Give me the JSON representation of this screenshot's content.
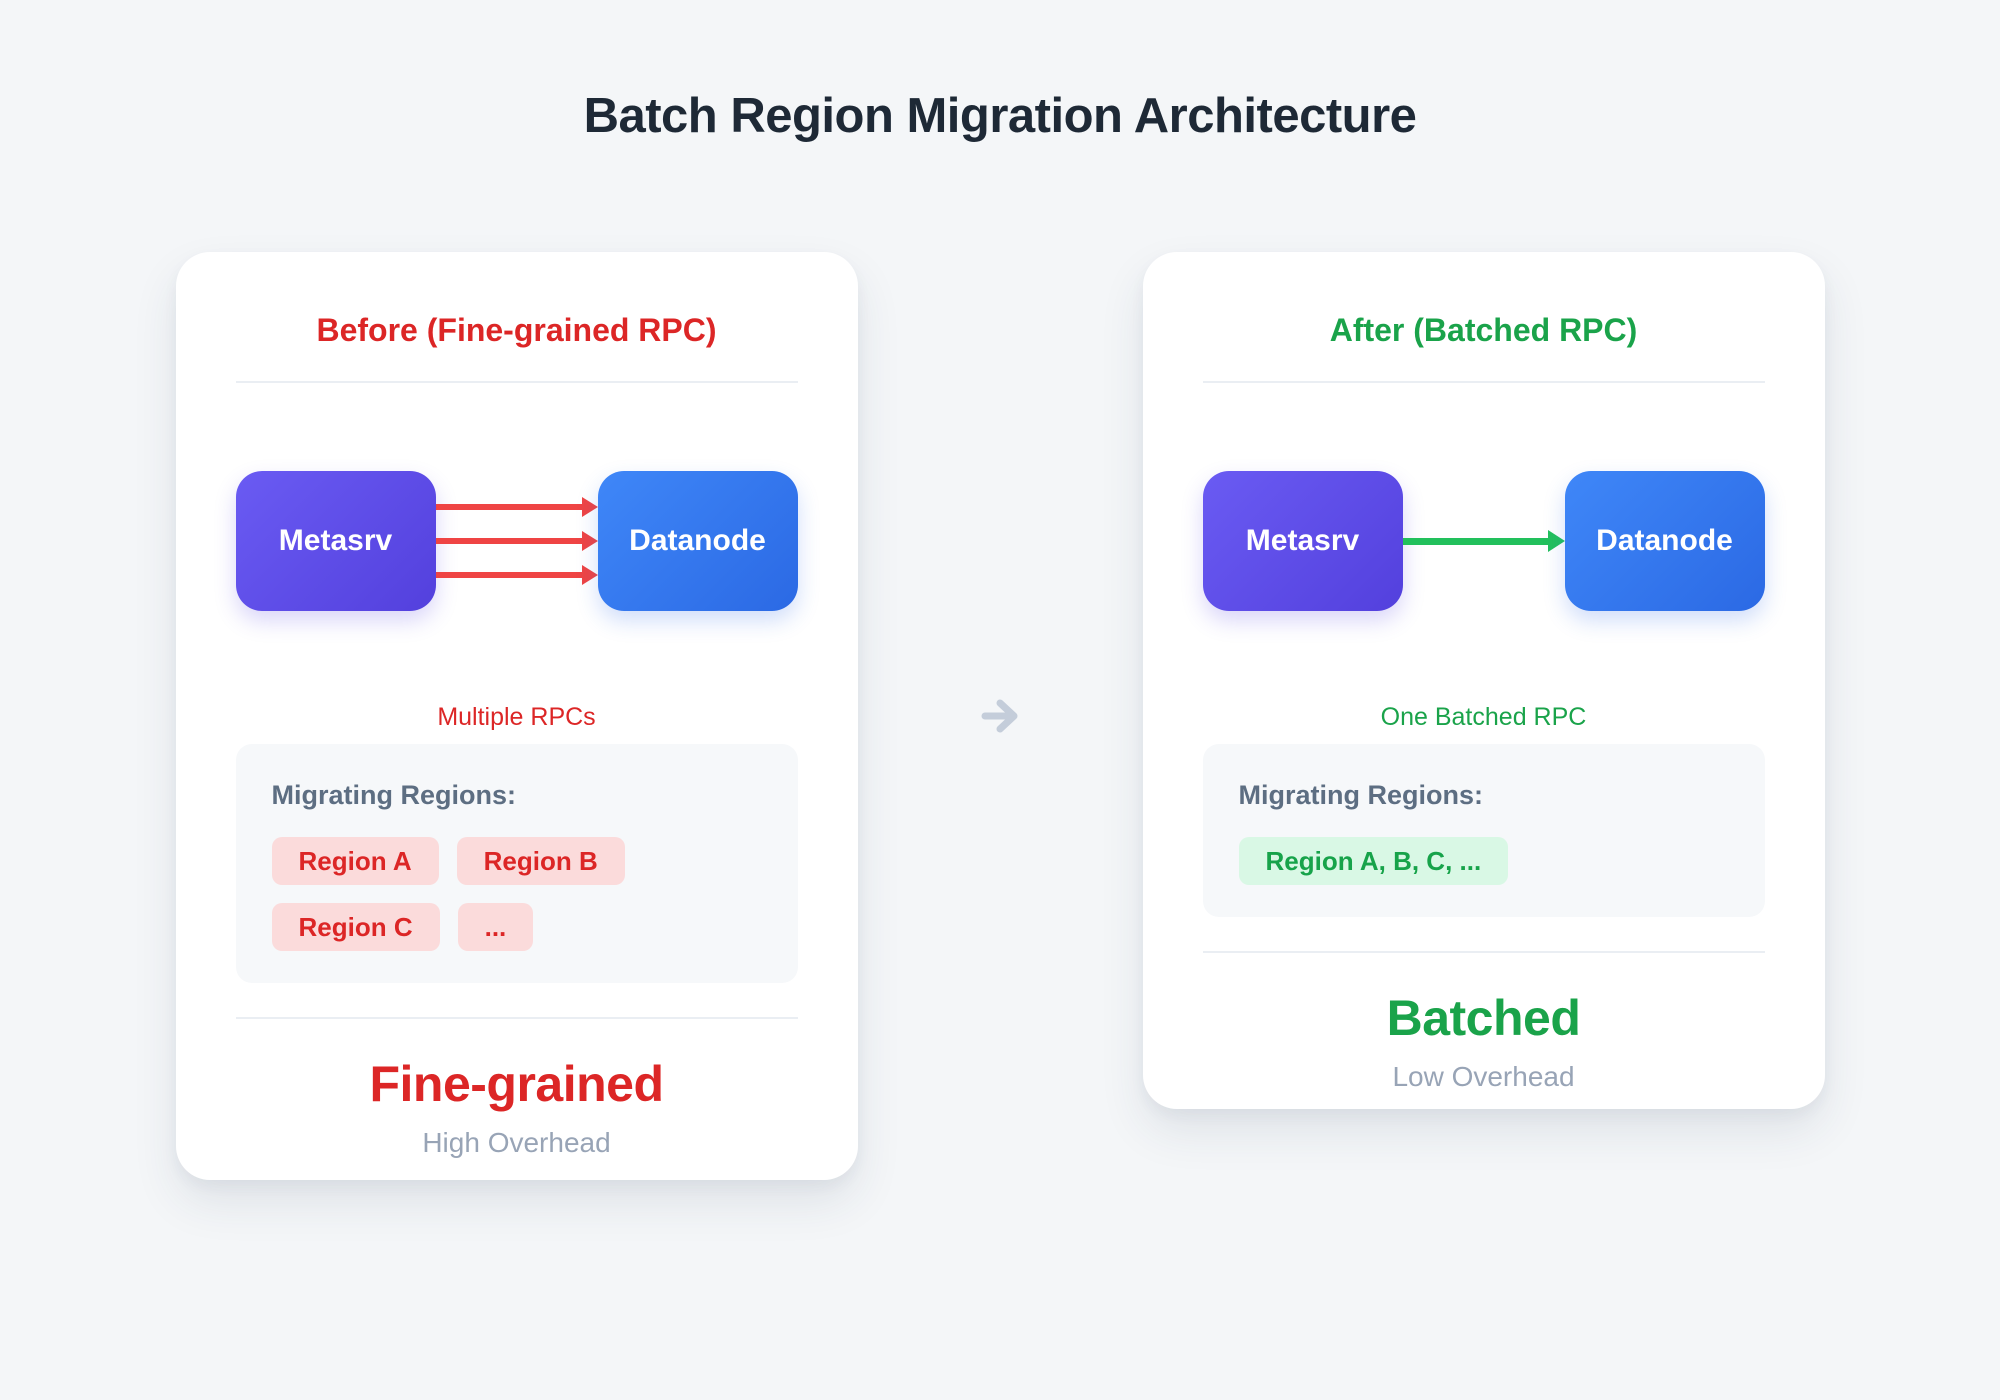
{
  "page": {
    "title": "Batch Region Migration Architecture"
  },
  "colors": {
    "page_background": "#f4f6f8",
    "title_text": "#1e2936",
    "accent_red": "#dc2626",
    "accent_green": "#1aa34a",
    "arrow_red": "#ef4444",
    "arrow_green": "#22c05c",
    "chip_red_bg": "#fbdbdb",
    "chip_green_bg": "#d9f8e5",
    "metasrv_gradient": [
      "#6a5bf3",
      "#5340dd"
    ],
    "datanode_gradient": [
      "#3f87f8",
      "#2b69e4"
    ],
    "muted_text": "#98a4b6",
    "regions_label_text": "#5d6e82",
    "transition_arrow": "#c4cdda"
  },
  "before_panel": {
    "title": "Before (Fine-grained RPC)",
    "metasrv_label": "Metasrv",
    "datanode_label": "Datanode",
    "rpc_arrow_count": 3,
    "rpc_label": "Multiple RPCs",
    "migrating_regions_label": "Migrating Regions:",
    "region_chips": [
      "Region A",
      "Region B",
      "Region C",
      "..."
    ],
    "summary_title": "Fine-grained",
    "summary_subtitle": "High Overhead"
  },
  "transition": {
    "icon": "right-arrow"
  },
  "after_panel": {
    "title": "After (Batched RPC)",
    "metasrv_label": "Metasrv",
    "datanode_label": "Datanode",
    "rpc_arrow_count": 1,
    "rpc_label": "One Batched RPC",
    "migrating_regions_label": "Migrating Regions:",
    "region_chips": [
      "Region A, B, C, ..."
    ],
    "summary_title": "Batched",
    "summary_subtitle": "Low Overhead"
  }
}
